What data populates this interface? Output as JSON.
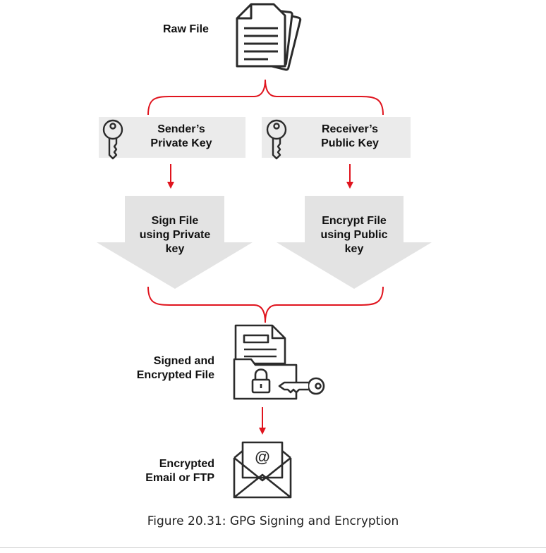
{
  "colors": {
    "accent_red": "#e0141e",
    "icon_stroke": "#2b2b2b",
    "key_box_fill": "#ebebeb",
    "arrow_fill": "#e3e3e3"
  },
  "labels": {
    "raw_file": "Raw File",
    "sender_key_line1": "Sender’s",
    "sender_key_line2": "Private Key",
    "receiver_key_line1": "Receiver’s",
    "receiver_key_line2": "Public Key",
    "sign_line1": "Sign File",
    "sign_line2": "using Private",
    "sign_line3": "key",
    "encrypt_line1": "Encrypt File",
    "encrypt_line2": "using Public",
    "encrypt_line3": "key",
    "signed_line1": "Signed and",
    "signed_line2": "Encrypted File",
    "email_line1": "Encrypted",
    "email_line2": "Email or FTP"
  },
  "icons": [
    "document-stack-icon",
    "key-icon",
    "key-icon",
    "folder-lock-key-icon",
    "email-at-icon"
  ],
  "caption": "Figure 20.31: GPG Signing and Encryption"
}
